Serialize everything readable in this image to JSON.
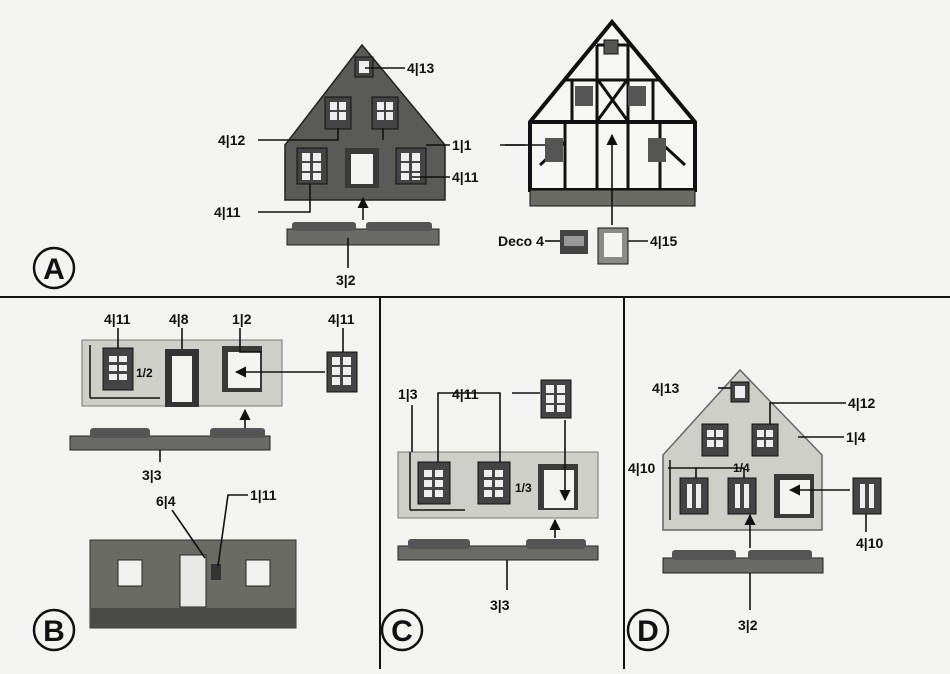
{
  "section_a": {
    "letter": "A",
    "labels": {
      "l4_13": "4|13",
      "l4_12": "4|12",
      "l1_1": "1|1",
      "l4_11_right": "4|11",
      "l4_11_left": "4|11",
      "l3_2": "3|2",
      "deco4": "Deco 4",
      "l4_15": "4|15"
    }
  },
  "section_b": {
    "letter": "B",
    "labels": {
      "l4_11_a": "4|11",
      "l4_8": "4|8",
      "l1_2": "1|2",
      "l4_11_b": "4|11",
      "wall_mark": "1/2",
      "l3_3": "3|3",
      "l6_4": "6|4",
      "l1_11": "1|11"
    }
  },
  "section_c": {
    "letter": "C",
    "labels": {
      "l1_3": "1|3",
      "l4_11": "4|11",
      "wall_mark": "1/3",
      "l3_3": "3|3"
    }
  },
  "section_d": {
    "letter": "D",
    "labels": {
      "l4_13": "4|13",
      "l4_12": "4|12",
      "l1_4": "1|4",
      "l4_10_left": "4|10",
      "wall_mark": "1/4",
      "l4_10_right": "4|10",
      "l3_2": "3|2"
    }
  },
  "colors": {
    "background": "#f3f3f0",
    "dark_panel": "#555555",
    "light_panel": "#cfcfc9",
    "brick": "#6b6b66",
    "ink": "#111111"
  }
}
